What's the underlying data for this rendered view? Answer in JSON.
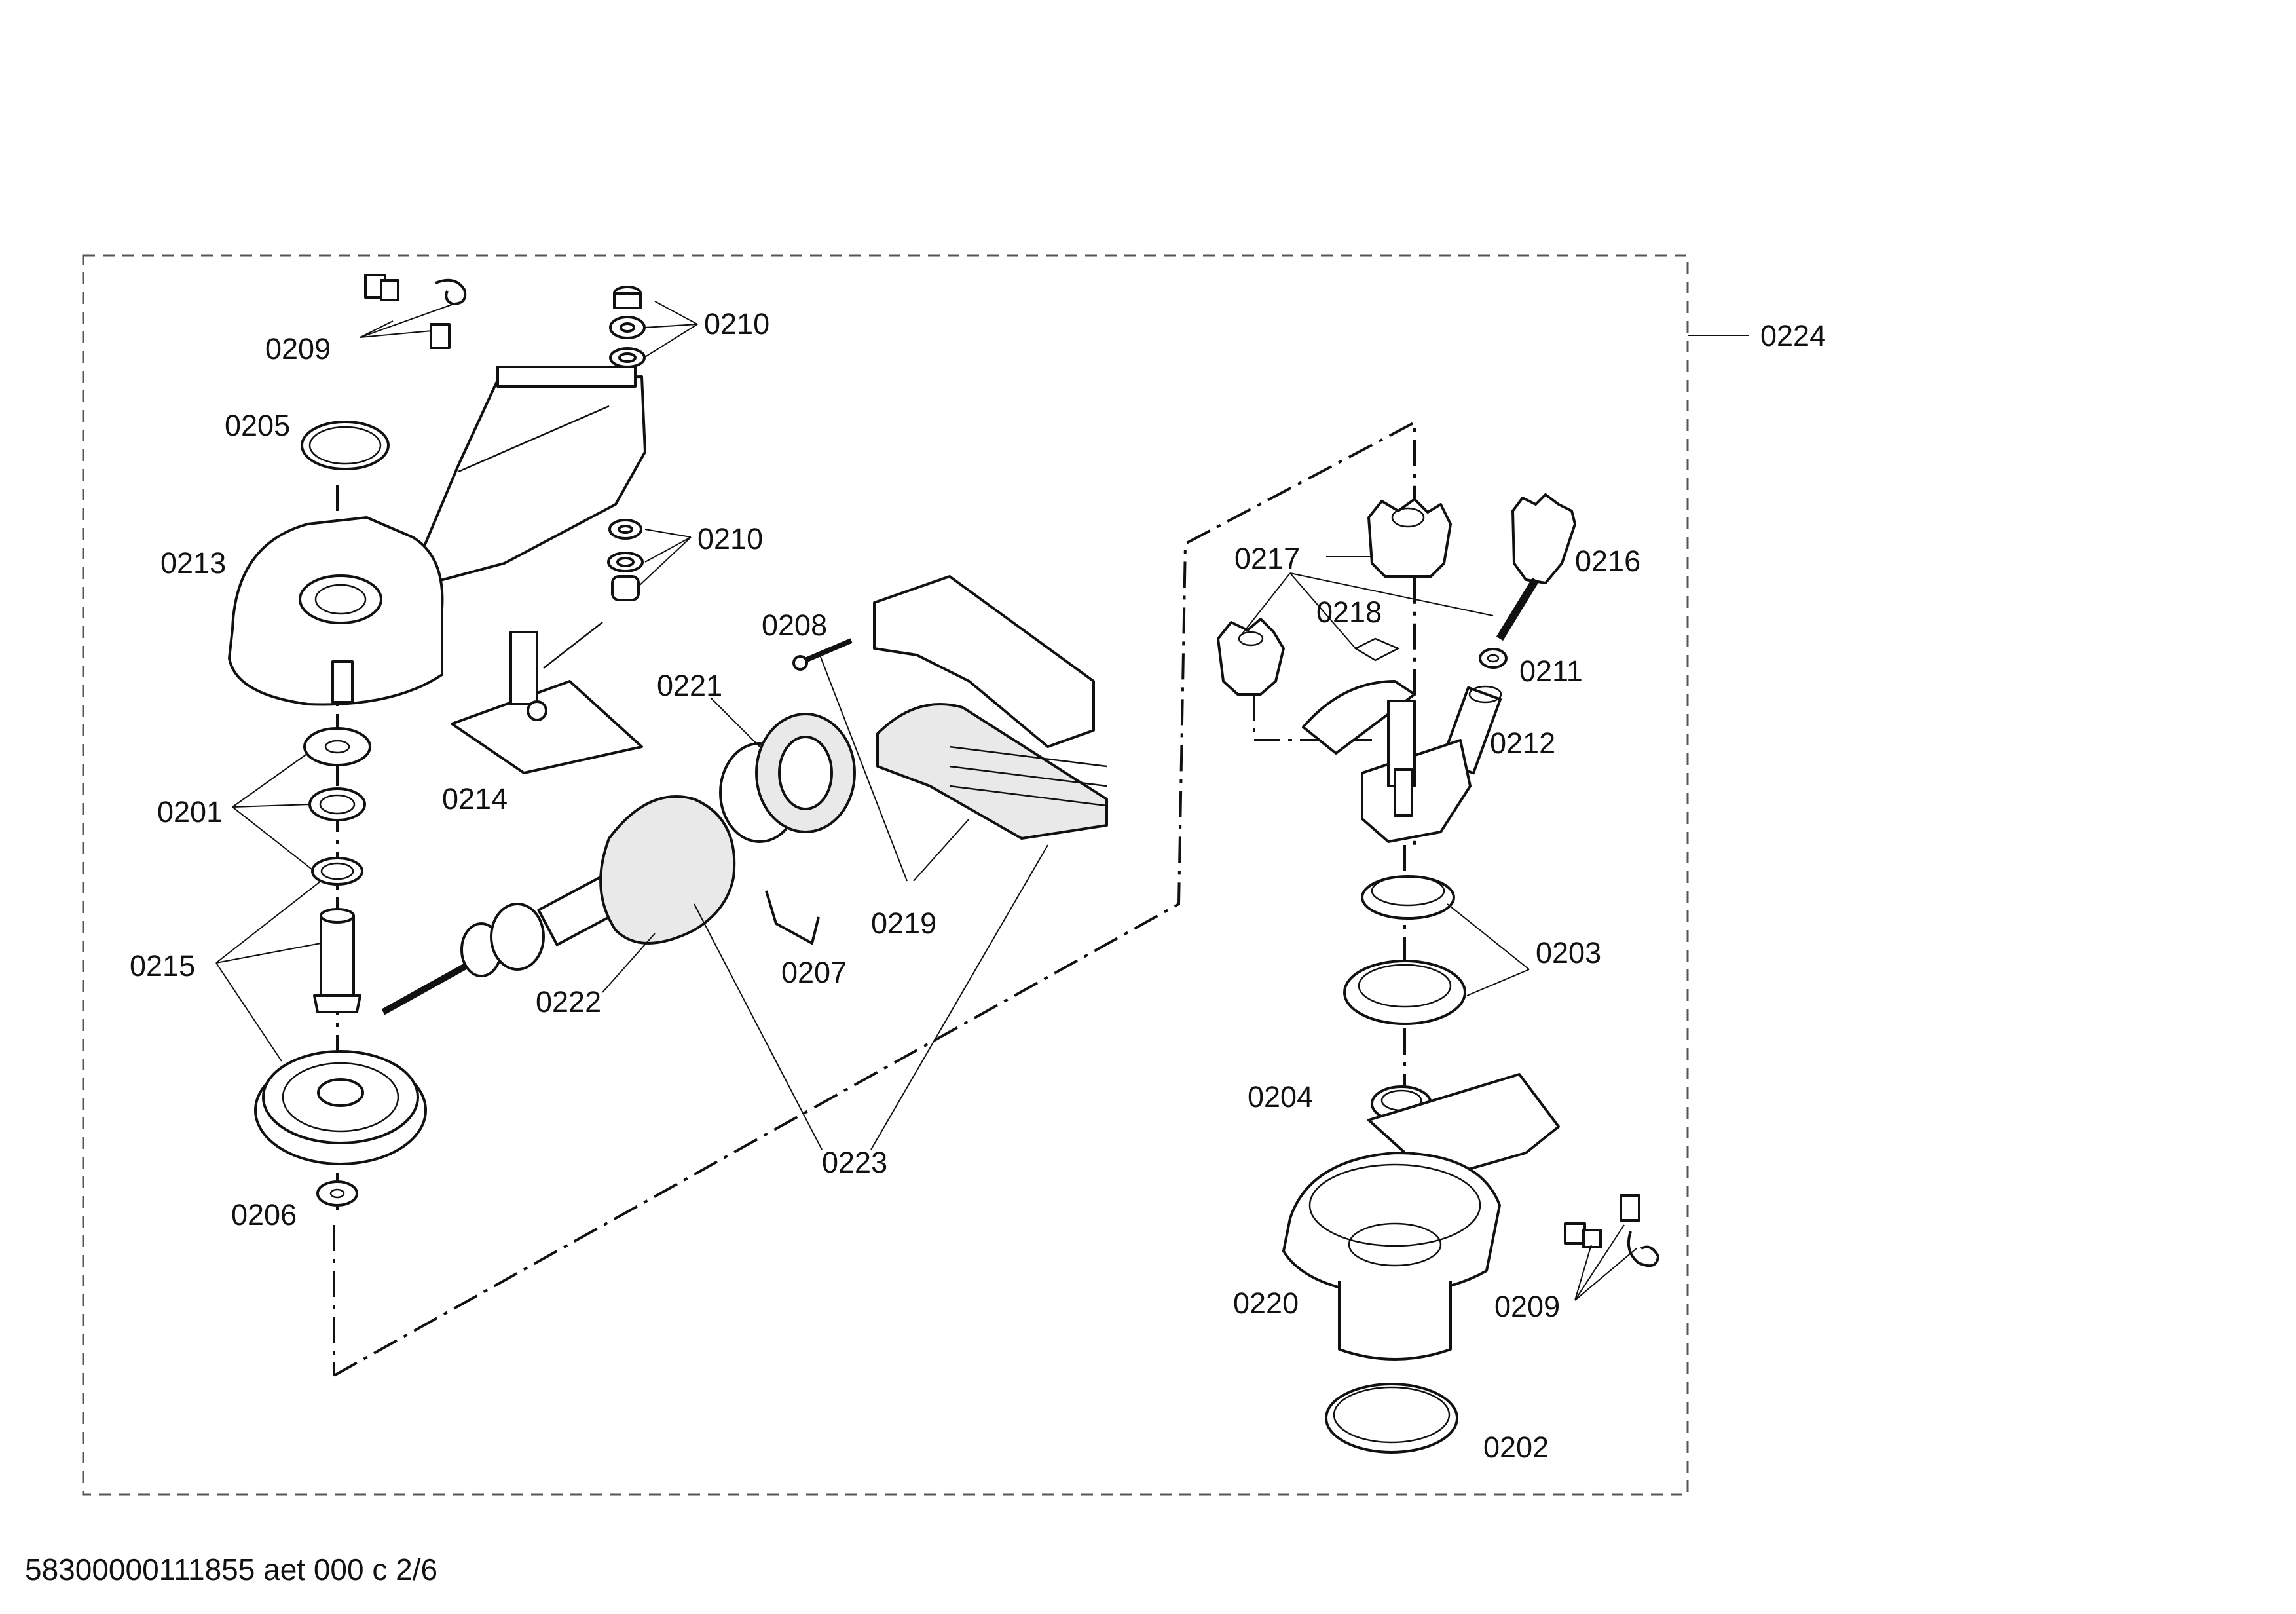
{
  "diagram": {
    "labels": {
      "p0201": "0201",
      "p0202": "0202",
      "p0203": "0203",
      "p0204": "0204",
      "p0205": "0205",
      "p0206": "0206",
      "p0207": "0207",
      "p0208": "0208",
      "p0209a": "0209",
      "p0209b": "0209",
      "p0210a": "0210",
      "p0210b": "0210",
      "p0211": "0211",
      "p0212": "0212",
      "p0213": "0213",
      "p0214": "0214",
      "p0215": "0215",
      "p0216": "0216",
      "p0217": "0217",
      "p0218": "0218",
      "p0219": "0219",
      "p0220": "0220",
      "p0221": "0221",
      "p0222": "0222",
      "p0223": "0223",
      "p0224": "0224"
    },
    "footer": "58300000111855 aet 000 c 2/6"
  }
}
